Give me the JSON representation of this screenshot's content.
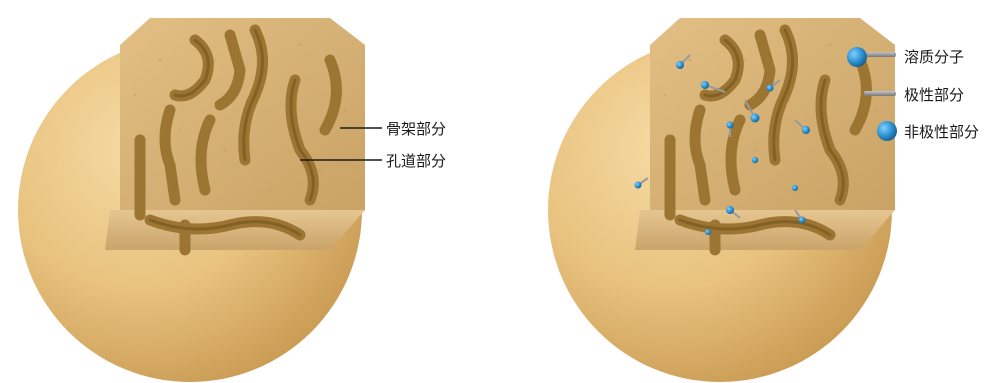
{
  "left_diagram": {
    "labels": {
      "skeleton": "骨架部分",
      "pore": "孔道部分"
    }
  },
  "right_diagram": {
    "legend": [
      {
        "icon": "blue-sphere-with-tail-icon",
        "label": "溶质分子"
      },
      {
        "icon": "gray-bar-icon",
        "label": "极性部分"
      },
      {
        "icon": "blue-sphere-icon",
        "label": "非极性部分"
      }
    ]
  },
  "colors": {
    "sphere": "#e8c27e",
    "sphere_shadow": "#c99a52",
    "cutaway": "#d9b479",
    "channel": "#9c7532",
    "solute": "#2b8fce",
    "polar_bar": "#9a9a9a",
    "label_line": "#1a1a1a"
  }
}
